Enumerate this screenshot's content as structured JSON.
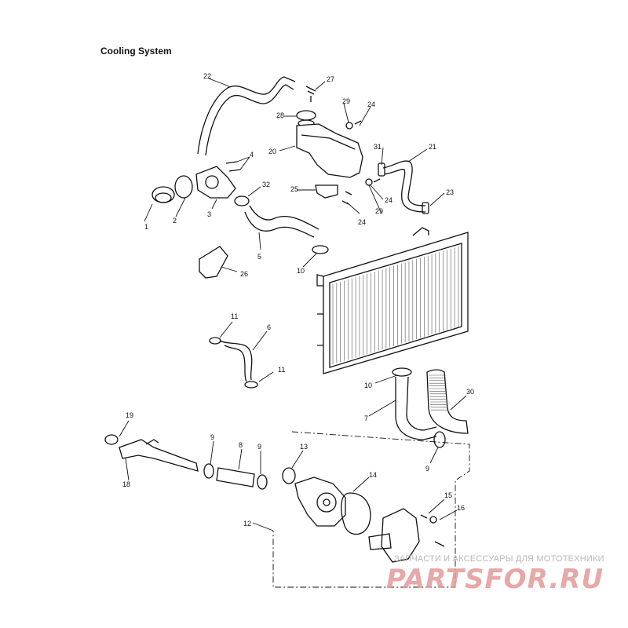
{
  "title": "Cooling System",
  "watermark": {
    "text": "ЗАПЧАСТИ И АКСЕССУАРЫ ДЛЯ МОТОТЕХНИКИ",
    "logo": "PARTSFOR.RU",
    "color": "#e39a9a"
  },
  "callouts": [
    "1",
    "2",
    "3",
    "4",
    "5",
    "6",
    "7",
    "8",
    "9",
    "9",
    "9",
    "10",
    "10",
    "11",
    "11",
    "12",
    "13",
    "14",
    "15",
    "16",
    "18",
    "19",
    "20",
    "21",
    "22",
    "23",
    "24",
    "24",
    "24",
    "25",
    "26",
    "27",
    "28",
    "29",
    "29",
    "30",
    "32",
    "31"
  ]
}
